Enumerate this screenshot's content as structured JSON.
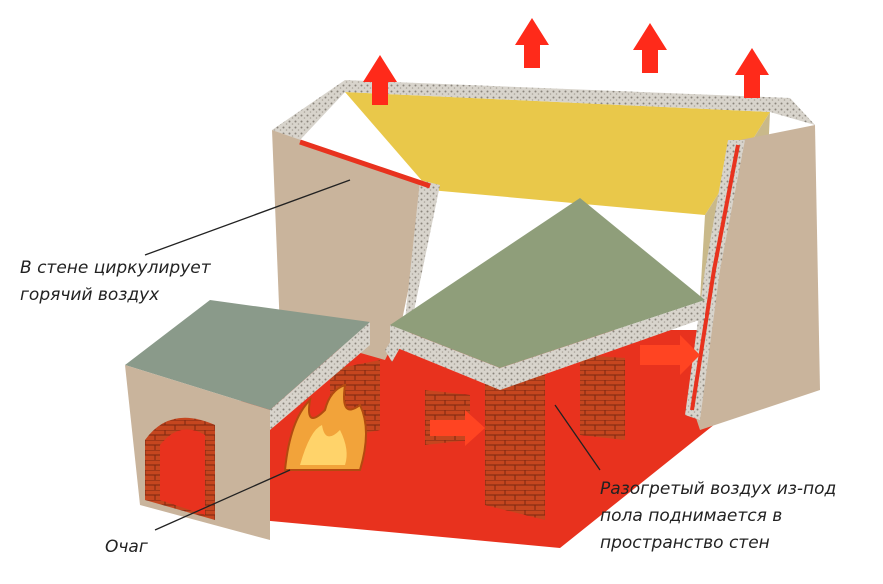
{
  "labels": {
    "wall_air": [
      "В стене циркулирует",
      "горячий воздух"
    ],
    "floor_air": [
      "Разогретый воздух из-под",
      "пола поднимается в",
      "пространство стен"
    ],
    "hearth": "Очаг"
  },
  "colors": {
    "hot": "#e8321e",
    "wall": "#c9b49c",
    "yellow": "#e9c84a",
    "floor": "#8f9e7a",
    "brick": "#b8401f"
  }
}
